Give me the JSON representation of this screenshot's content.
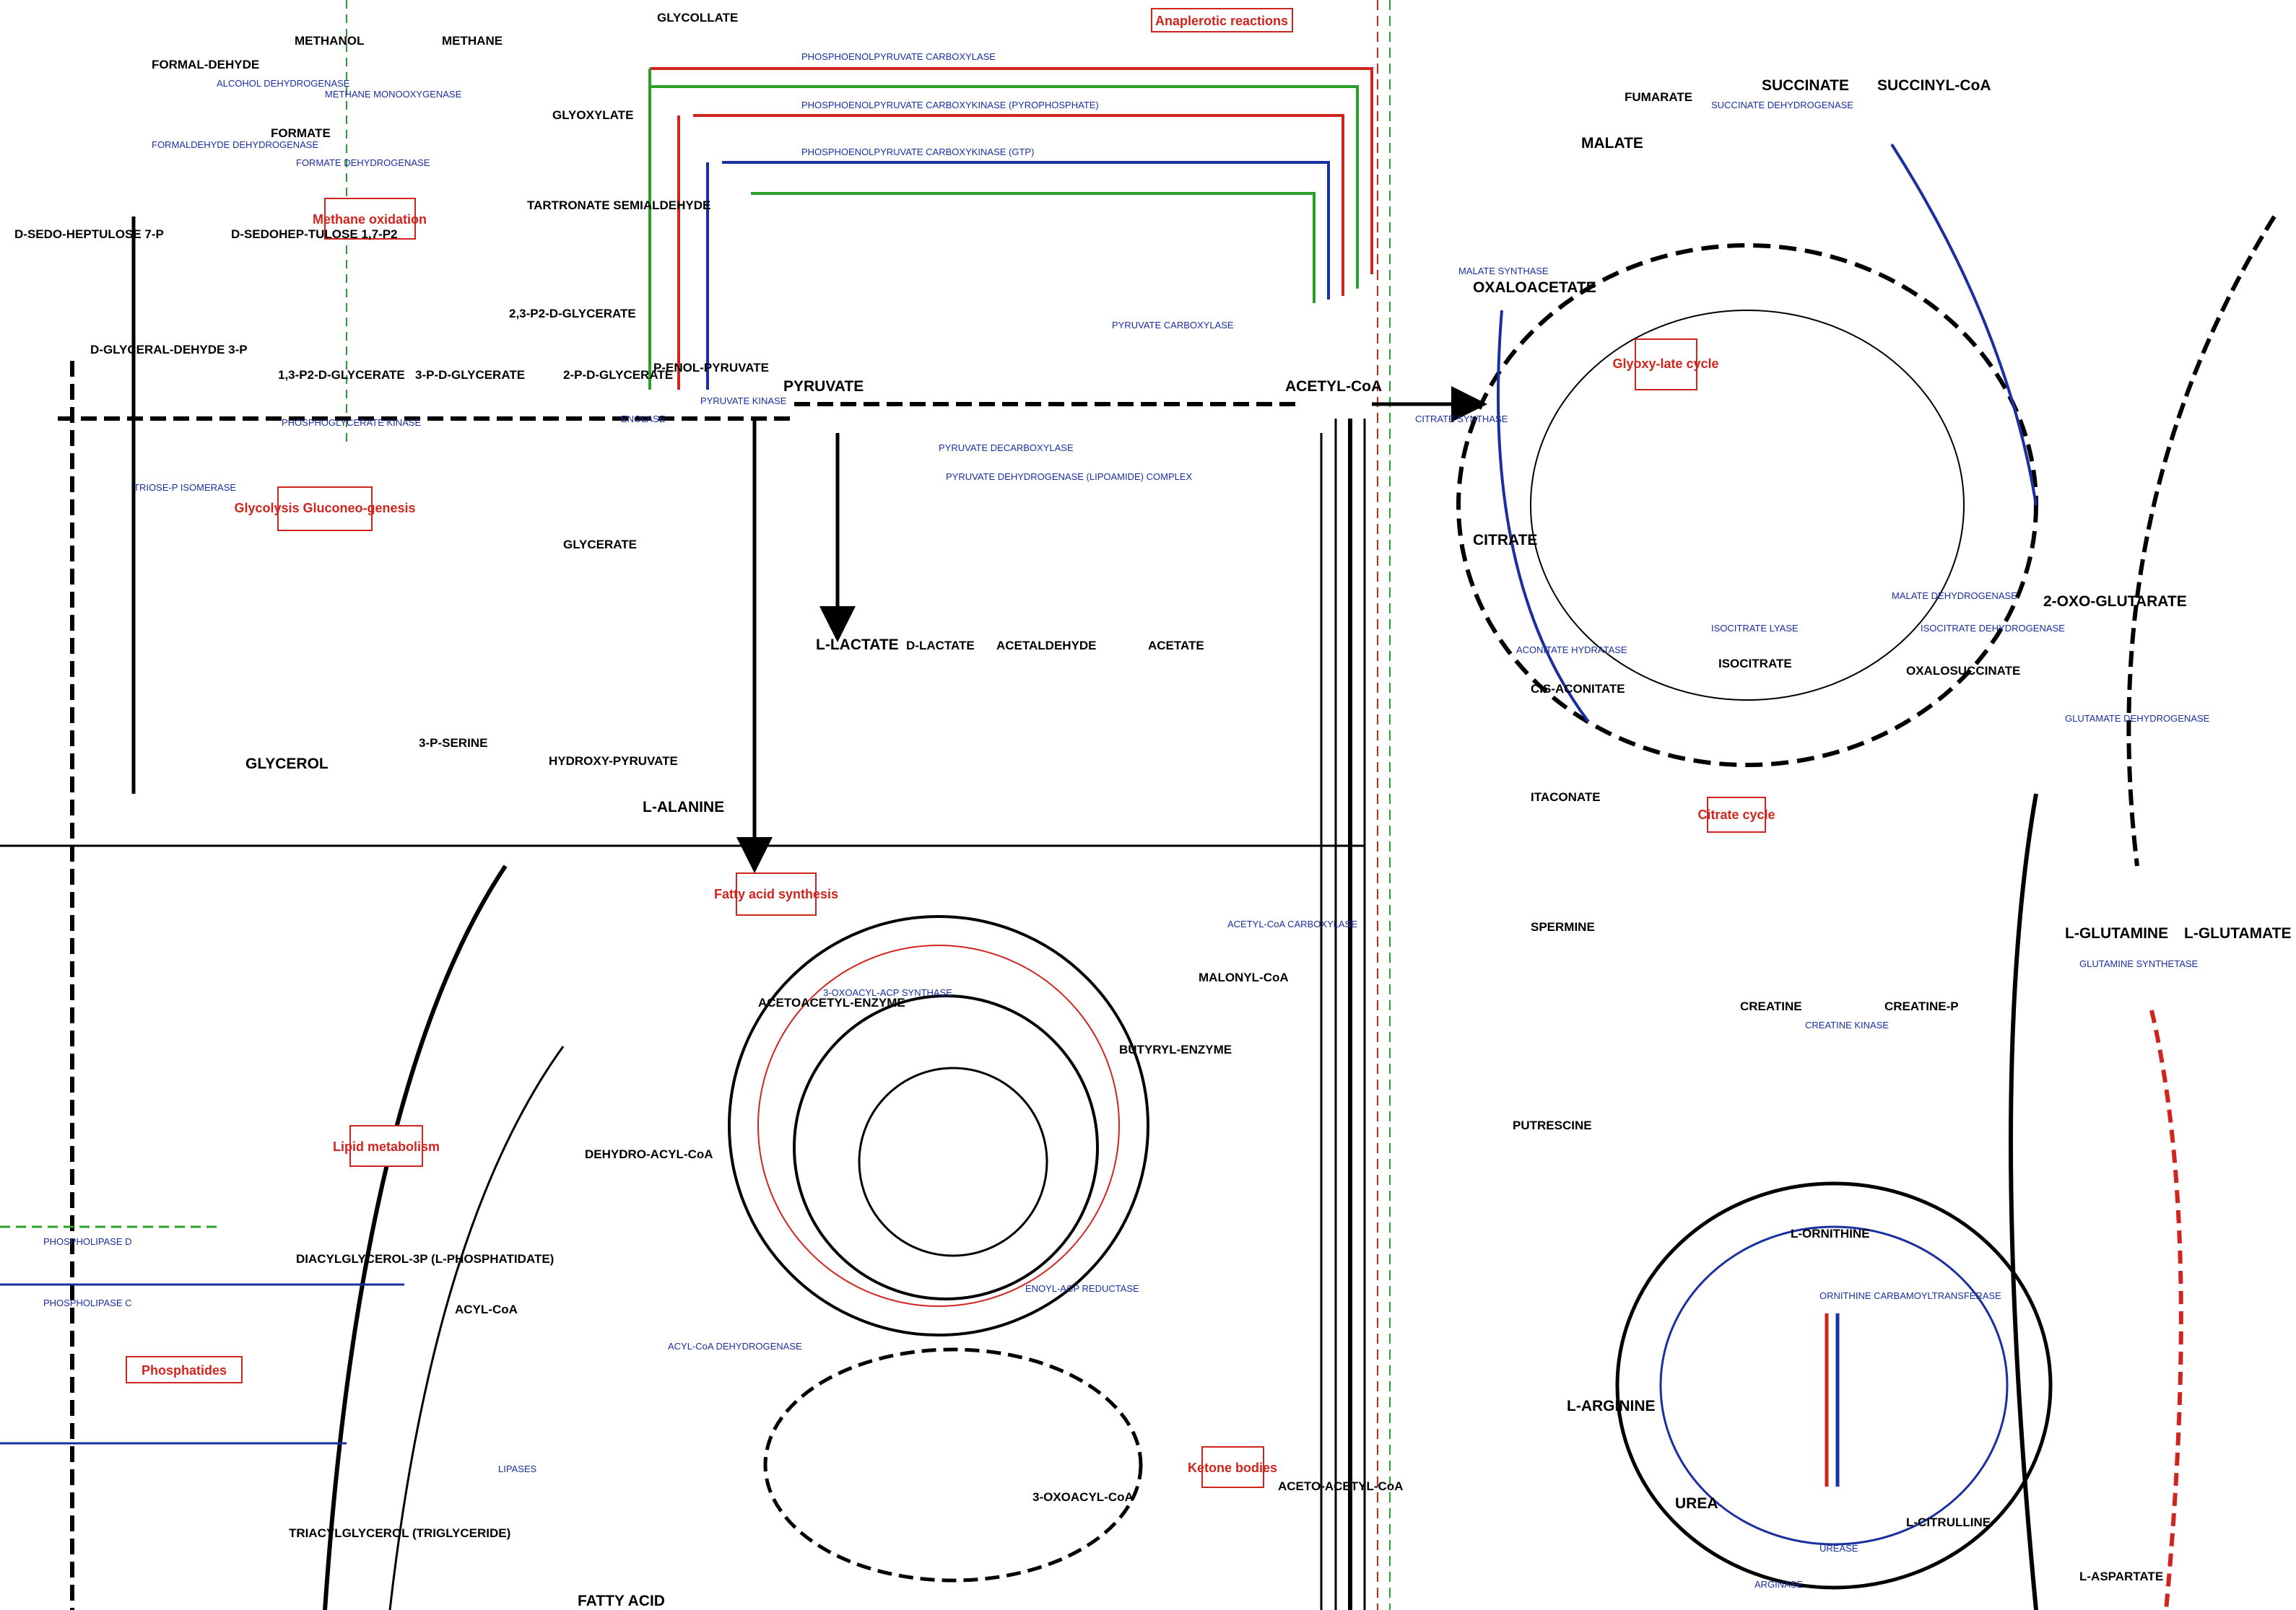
{
  "colors": {
    "black": "#000000",
    "blue": "#1a2fa0",
    "red": "#d0251e",
    "green": "#2aa02a"
  },
  "section_boxes": [
    {
      "label": "Anaplerotic reactions"
    },
    {
      "label": "Methane oxidation"
    },
    {
      "label": "Glycolysis Gluconeo-genesis"
    },
    {
      "label": "Glyoxy-late cycle"
    },
    {
      "label": "Citrate cycle"
    },
    {
      "label": "Fatty acid synthesis"
    },
    {
      "label": "Lipid metabolism"
    },
    {
      "label": "Phosphatides"
    },
    {
      "label": "Ketone bodies"
    }
  ],
  "metabolites": [
    {
      "label": "METHANOL"
    },
    {
      "label": "METHANE"
    },
    {
      "label": "FORMAL-DEHYDE"
    },
    {
      "label": "FORMATE"
    },
    {
      "label": "GLYCOLLATE"
    },
    {
      "label": "GLYOXYLATE"
    },
    {
      "label": "TARTRONATE SEMIALDEHYDE"
    },
    {
      "label": "D-SEDO-HEPTULOSE 7-P"
    },
    {
      "label": "D-SEDOHEP-TULOSE 1,7-P2"
    },
    {
      "label": "D-GLYCERAL-DEHYDE 3-P"
    },
    {
      "label": "1,3-P2-D-GLYCERATE"
    },
    {
      "label": "3-P-D-GLYCERATE"
    },
    {
      "label": "2,3-P2-D-GLYCERATE"
    },
    {
      "label": "2-P-D-GLYCERATE"
    },
    {
      "label": "P-ENOL-PYRUVATE"
    },
    {
      "label": "PYRUVATE"
    },
    {
      "label": "ACETYL-CoA"
    },
    {
      "label": "OXALOACETATE"
    },
    {
      "label": "CITRATE"
    },
    {
      "label": "SUCCINATE"
    },
    {
      "label": "SUCCINYL-CoA"
    },
    {
      "label": "2-OXO-GLUTARATE"
    },
    {
      "label": "MALATE"
    },
    {
      "label": "FUMARATE"
    },
    {
      "label": "GLYCERATE"
    },
    {
      "label": "GLYCEROL"
    },
    {
      "label": "L-LACTATE"
    },
    {
      "label": "D-LACTATE"
    },
    {
      "label": "ACETALDEHYDE"
    },
    {
      "label": "ACETATE"
    },
    {
      "label": "L-ALANINE"
    },
    {
      "label": "3-P-SERINE"
    },
    {
      "label": "HYDROXY-PYRUVATE"
    },
    {
      "label": "MALONYL-CoA"
    },
    {
      "label": "ACETOACETYL-ENZYME"
    },
    {
      "label": "BUTYRYL-ENZYME"
    },
    {
      "label": "FATTY ACID"
    },
    {
      "label": "ACYL-CoA"
    },
    {
      "label": "DEHYDRO-ACYL-CoA"
    },
    {
      "label": "3-OXOACYL-CoA"
    },
    {
      "label": "ACETO-ACETYL-CoA"
    },
    {
      "label": "L-GLUTAMATE"
    },
    {
      "label": "L-GLUTAMINE"
    },
    {
      "label": "L-ORNITHINE"
    },
    {
      "label": "L-ARGININE"
    },
    {
      "label": "UREA"
    },
    {
      "label": "L-CITRULLINE"
    },
    {
      "label": "CREATINE"
    },
    {
      "label": "CREATINE-P"
    },
    {
      "label": "SPERMINE"
    },
    {
      "label": "PUTRESCINE"
    },
    {
      "label": "DIACYLGLYCEROL-3P (L-PHOSPHATIDATE)"
    },
    {
      "label": "TRIACYLGLYCEROL (TRIGLYCERIDE)"
    },
    {
      "label": "ISOCITRATE"
    },
    {
      "label": "CIS-ACONITATE"
    },
    {
      "label": "OXALOSUCCINATE"
    },
    {
      "label": "ITACONATE"
    },
    {
      "label": "L-ASPARTATE"
    }
  ],
  "enzymes": [
    {
      "label": "ALCOHOL DEHYDROGENASE"
    },
    {
      "label": "METHANE MONOOXYGENASE"
    },
    {
      "label": "FORMALDEHYDE DEHYDROGENASE"
    },
    {
      "label": "FORMATE DEHYDROGENASE"
    },
    {
      "label": "PHOSPHOENOLPYRUVATE CARBOXYLASE"
    },
    {
      "label": "PHOSPHOENOLPYRUVATE CARBOXYKINASE (PYROPHOSPHATE)"
    },
    {
      "label": "PHOSPHOENOLPYRUVATE CARBOXYKINASE (GTP)"
    },
    {
      "label": "PYRUVATE CARBOXYLASE"
    },
    {
      "label": "PYRUVATE KINASE"
    },
    {
      "label": "ENOLASE"
    },
    {
      "label": "PHOSPHOGLYCERATE KINASE"
    },
    {
      "label": "TRIOSE-P ISOMERASE"
    },
    {
      "label": "PYRUVATE DEHYDROGENASE (LIPOAMIDE) COMPLEX"
    },
    {
      "label": "PYRUVATE DECARBOXYLASE"
    },
    {
      "label": "CITRATE SYNTHASE"
    },
    {
      "label": "ACONITATE HYDRATASE"
    },
    {
      "label": "ISOCITRATE DEHYDROGENASE"
    },
    {
      "label": "MALATE DEHYDROGENASE"
    },
    {
      "label": "SUCCINATE DEHYDROGENASE"
    },
    {
      "label": "ISOCITRATE LYASE"
    },
    {
      "label": "MALATE SYNTHASE"
    },
    {
      "label": "ACETYL-CoA CARBOXYLASE"
    },
    {
      "label": "ENOYL-ACP REDUCTASE"
    },
    {
      "label": "3-OXOACYL-ACP SYNTHASE"
    },
    {
      "label": "ACYL-CoA DEHYDROGENASE"
    },
    {
      "label": "ORNITHINE CARBAMOYLTRANSFERASE"
    },
    {
      "label": "ARGINASE"
    },
    {
      "label": "UREASE"
    },
    {
      "label": "CREATINE KINASE"
    },
    {
      "label": "PHOSPHOLIPASE D"
    },
    {
      "label": "PHOSPHOLIPASE C"
    },
    {
      "label": "LIPASES"
    },
    {
      "label": "GLUTAMATE DEHYDROGENASE"
    },
    {
      "label": "GLUTAMINE SYNTHETASE"
    }
  ]
}
